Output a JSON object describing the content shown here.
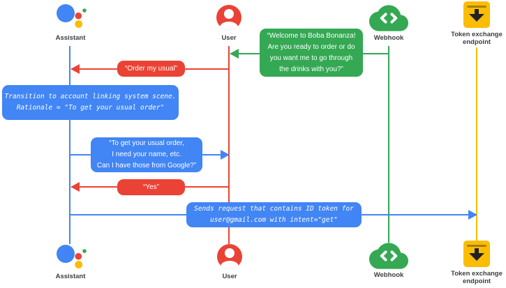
{
  "colors": {
    "blue": "#4285f4",
    "red": "#ea4335",
    "green": "#34a853",
    "yellow": "#fbbc04",
    "label_text": "#3c4043"
  },
  "actors": {
    "assistant": {
      "label": "Assistant",
      "icon": "assistant-icon"
    },
    "user": {
      "label": "User",
      "icon": "user-icon"
    },
    "webhook": {
      "label": "Webhook",
      "icon": "webhook-icon"
    },
    "token_endpoint": {
      "label": "Token exchange endpoint",
      "icon": "token-endpoint-icon"
    }
  },
  "messages": {
    "welcome": {
      "from": "Webhook",
      "to": "User",
      "color": "green",
      "lines": [
        "“Welcome to Boba Bonanza!",
        "Are you ready to order or do",
        "you want me to go through",
        "the drinks with you?”"
      ]
    },
    "order_usual": {
      "from": "User",
      "to": "Assistant",
      "color": "red",
      "lines": [
        "“Order my usual”"
      ]
    },
    "transition_note": {
      "on": "Assistant",
      "color": "blue",
      "lines": [
        "Transition to account linking system scene.",
        "Rationale = \"To get your usual order\""
      ]
    },
    "need_info": {
      "from": "Assistant",
      "to": "User",
      "color": "blue",
      "lines": [
        "“To get your usual order,",
        "I need your name, etc.",
        "Can I have those from Google?”"
      ]
    },
    "yes": {
      "from": "User",
      "to": "Assistant",
      "color": "red",
      "lines": [
        "“Yes”"
      ]
    },
    "send_request": {
      "from": "Assistant",
      "to": "Token exchange endpoint",
      "color": "blue",
      "lines": [
        "Sends request that contains ID token for",
        "user@gmail.com with intent=\"get\""
      ]
    }
  }
}
